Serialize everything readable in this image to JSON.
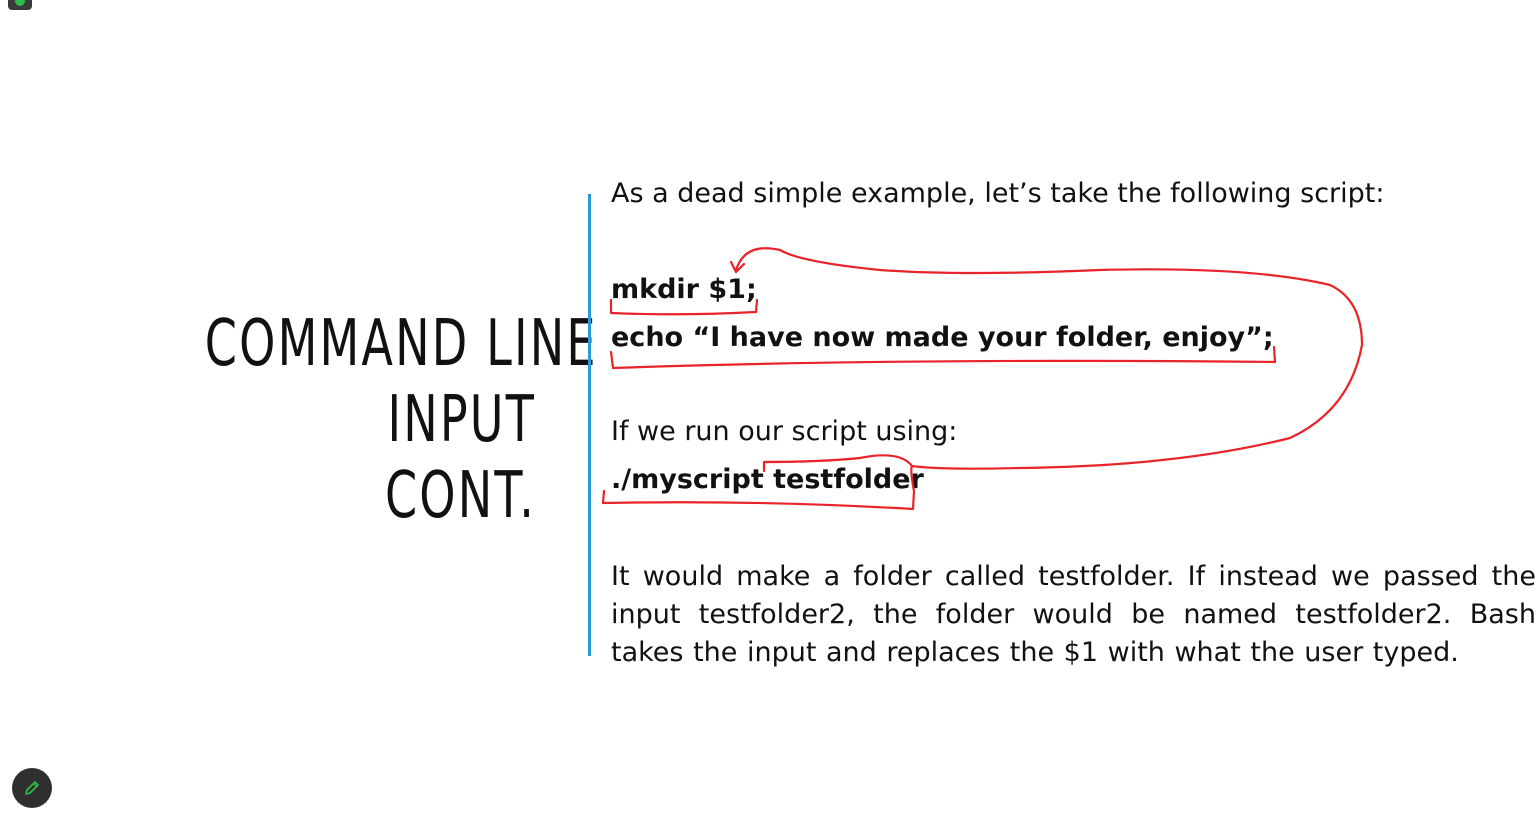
{
  "slide": {
    "title_lines": [
      "COMMAND LINE",
      "INPUT",
      "CONT."
    ],
    "intro": "As a dead simple example, let’s take the following script:",
    "code_line_1": "mkdir $1;",
    "code_line_2": "echo “I have now made your folder, enjoy”;",
    "run_intro": "If we run our script using:",
    "run_command": "./myscript testfolder",
    "explanation": "It would make a folder called testfolder. If instead we passed the input testfolder2, the folder would be named testfolder2. Bash takes the input and replaces the $1 with what the user typed."
  },
  "colors": {
    "divider": "#2a9bd6",
    "ink": "#e8232a",
    "pen_button": "#2f2f2f",
    "pen_icon": "#2bbf4a"
  },
  "icons": {
    "corner": "status-dot-icon",
    "pen": "pen-icon"
  }
}
